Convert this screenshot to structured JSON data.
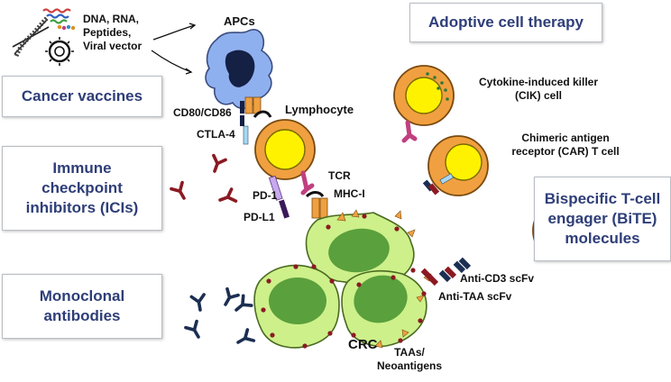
{
  "antigen_sources": {
    "line1": "DNA, RNA,",
    "line2": "Peptides,",
    "line3": "Viral vector"
  },
  "labels": {
    "apcs": "APCs",
    "lymphocyte": "Lymphocyte",
    "cd80_cd86": "CD80/CD86",
    "ctla4": "CTLA-4",
    "tcr": "TCR",
    "mhc1": "MHC-I",
    "pd1": "PD-1",
    "pdl1": "PD-L1",
    "crc": "CRC",
    "taas_line1": "TAAs/",
    "taas_line2": "Neoantigens",
    "anti_cd3": "Anti-CD3 scFv",
    "anti_taa": "Anti-TAA scFv",
    "cik_line1": "Cytokine-induced killer",
    "cik_line2": "(CIK) cell",
    "car_line1": "Chimeric antigen",
    "car_line2": "receptor (CAR) T cell"
  },
  "boxes": {
    "adoptive": {
      "line1": "Adoptive cell therapy"
    },
    "vaccines": {
      "line1": "Cancer vaccines"
    },
    "ici": {
      "line1": "Immune",
      "line2": "checkpoint",
      "line3": "inhibitors (ICIs)"
    },
    "mab": {
      "line1": "Monoclonal",
      "line2": "antibodies"
    },
    "bite": {
      "line1": "Bispecific T-cell",
      "line2": "engager (BiTE)",
      "line3": "molecules"
    }
  },
  "colors": {
    "box_text": "#2e3e78",
    "apc": "#8fb0ee",
    "t_cell": "#f0a040",
    "nucleus_yellow": "#fff200",
    "tumor": "#cdf08a",
    "tumor_nucleus": "#5aa03c",
    "antibody_red": "#8b1a22",
    "antibody_navy": "#1c2e52"
  }
}
